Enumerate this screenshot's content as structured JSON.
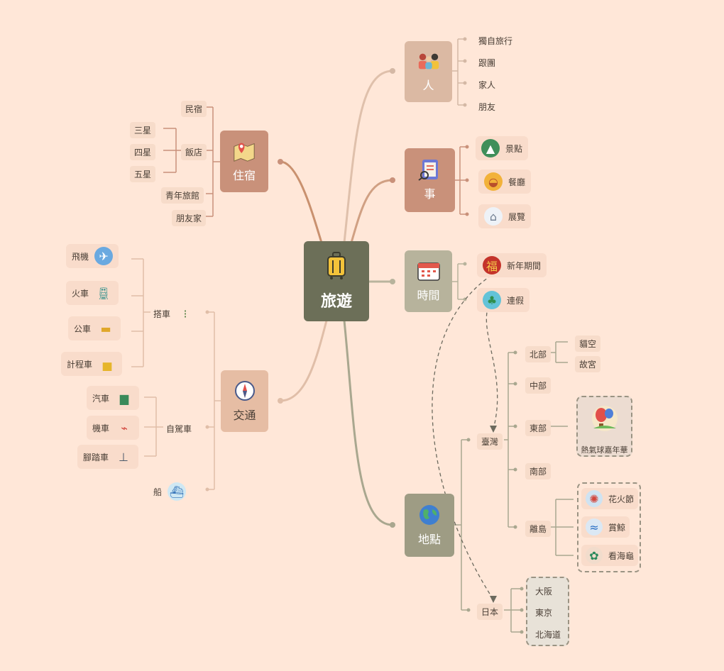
{
  "root": {
    "label": "旅遊"
  },
  "branches": {
    "people": {
      "label": "人",
      "items": [
        "獨自旅行",
        "跟團",
        "家人",
        "朋友"
      ]
    },
    "things": {
      "label": "事",
      "items": [
        "景點",
        "餐廳",
        "展覽"
      ]
    },
    "time": {
      "label": "時間",
      "items": [
        "新年期間",
        "連假"
      ]
    },
    "place": {
      "label": "地點",
      "taiwan": "臺灣",
      "north": "北部",
      "north_items": [
        "貓空",
        "故宮"
      ],
      "central": "中部",
      "east": "東部",
      "east_item": "熱氣球嘉年華",
      "south": "南部",
      "islands": "離島",
      "island_items": [
        "花火節",
        "賞鯨",
        "看海龜"
      ],
      "japan": "日本",
      "japan_items": [
        "大阪",
        "東京",
        "北海道"
      ]
    },
    "stay": {
      "label": "住宿",
      "minsu": "民宿",
      "hotel": "飯店",
      "stars": [
        "三星",
        "四星",
        "五星"
      ],
      "hostel": "青年旅館",
      "friend_home": "朋友家"
    },
    "transport": {
      "label": "交通",
      "ride": "搭車",
      "ride_items": [
        "飛機",
        "火車",
        "公車",
        "計程車"
      ],
      "drive": "自駕車",
      "drive_items": [
        "汽車",
        "機車",
        "腳踏車"
      ],
      "boat": "船"
    }
  },
  "colors": {
    "background": "#ffe7d8",
    "root": "#6c6f58",
    "people": "#dbb9a3",
    "things": "#c9917a",
    "time": "#b7b39c",
    "place": "#9e9c84",
    "stay": "#c9917a",
    "transport": "#e6bda4"
  }
}
